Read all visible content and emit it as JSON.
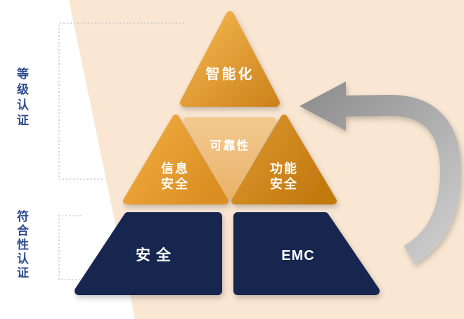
{
  "side_labels": {
    "grade": "等级认证",
    "conformity": "符合性认证"
  },
  "pyramid": {
    "top": "智能化",
    "mid_left_line1": "信息",
    "mid_left_line2": "安全",
    "mid_center": "可靠性",
    "mid_right_line1": "功能",
    "mid_right_line2": "安全",
    "bottom_left": "安全",
    "bottom_right": "EMC"
  },
  "colors": {
    "peach_bg": "#f9e7d3",
    "top_tri_from": "#f6b851",
    "top_tri_to": "#cd831d",
    "left_tri_from": "#f2ae44",
    "left_tri_to": "#db8f22",
    "center_tri_from": "#f3c88e",
    "center_tri_to": "#e9b46c",
    "right_tri_from": "#dd9830",
    "right_tri_to": "#c37a10",
    "navy": "#122750",
    "label_blue": "#2e4c8e",
    "dotted_gray": "#c8c8c8",
    "arrow_from": "#8d8d8d",
    "arrow_to": "#cdcdcd"
  }
}
